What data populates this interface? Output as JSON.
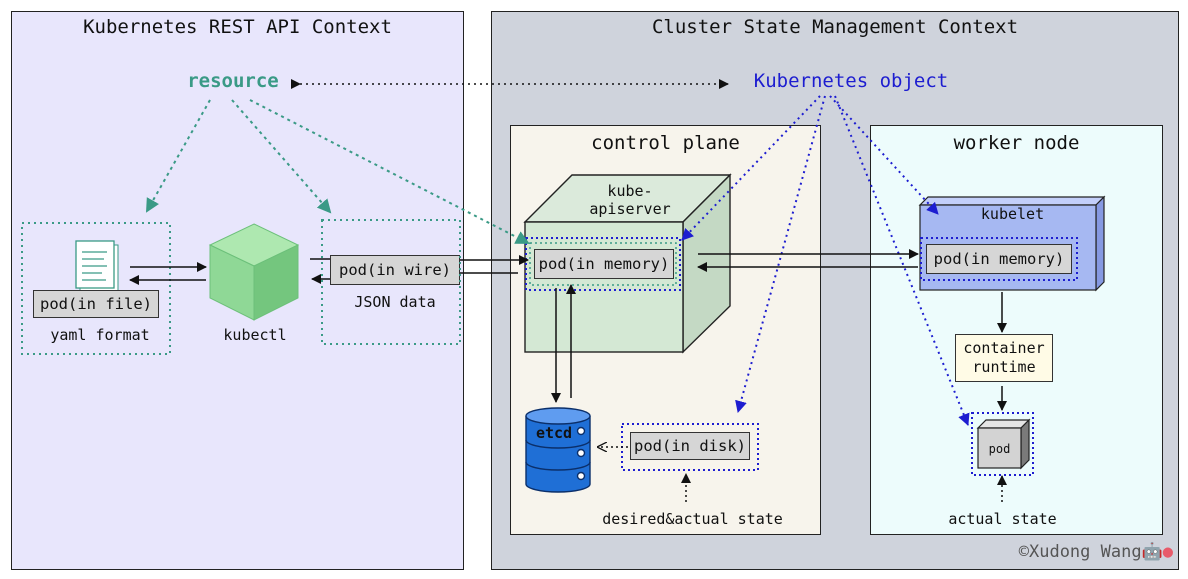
{
  "contexts": {
    "rest_api": {
      "title": "Kubernetes REST API Context"
    },
    "cluster_state": {
      "title": "Cluster State Management Context"
    }
  },
  "concepts": {
    "resource": "resource",
    "k8s_object": "Kubernetes object"
  },
  "rest_side": {
    "pod_in_file": "pod(in file)",
    "yaml_format": "yaml format",
    "kubectl": "kubectl",
    "pod_in_wire": "pod(in wire)",
    "json_data": "JSON data"
  },
  "control_plane": {
    "title": "control plane",
    "apiserver_line1": "kube-",
    "apiserver_line2": "apiserver",
    "pod_in_memory": "pod(in memory)",
    "etcd": "etcd",
    "pod_in_disk": "pod(in disk)",
    "desired_actual_state": "desired&actual state"
  },
  "worker_node": {
    "title": "worker node",
    "kubelet": "kubelet",
    "pod_in_memory": "pod(in memory)",
    "container_runtime_line1": "container",
    "container_runtime_line2": "runtime",
    "pod": "pod",
    "actual_state": "actual state"
  },
  "credit": "©Xudong Wang",
  "colors": {
    "rest_bg": "#e8e6fc",
    "cluster_bg": "#cfd3dc",
    "control_plane_bg": "#f7f4ec",
    "worker_bg": "#edfcfc",
    "resource_teal": "#3a9a86",
    "object_blue": "#1d1dd0",
    "green_box": "#d4e8d4",
    "kubelet_blue": "#a6b8f2",
    "runtime_yellow": "#fffbe6",
    "etcd_blue": "#1f6fd6"
  }
}
